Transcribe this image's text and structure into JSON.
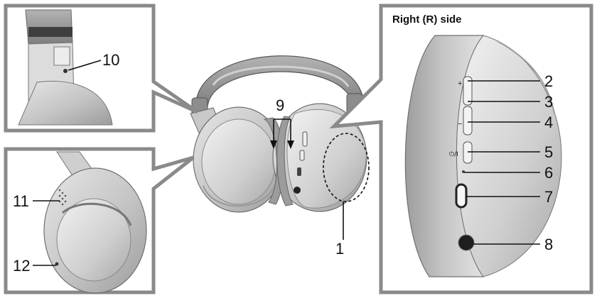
{
  "right_side_title": "Right (R) side",
  "callouts": {
    "c1": "1",
    "c2": "2",
    "c3": "3",
    "c4": "4",
    "c5": "5",
    "c6": "6",
    "c7": "7",
    "c8": "8",
    "c9": "9",
    "c10": "10",
    "c11": "11",
    "c12": "12"
  },
  "button_glyphs": {
    "plus": "+",
    "minus": "−",
    "power": "⏻/I"
  },
  "colors": {
    "frame": "#8a8a8a",
    "shell": "#c9c9c9",
    "shell_dark": "#a9a9a9",
    "ink": "#111111"
  }
}
